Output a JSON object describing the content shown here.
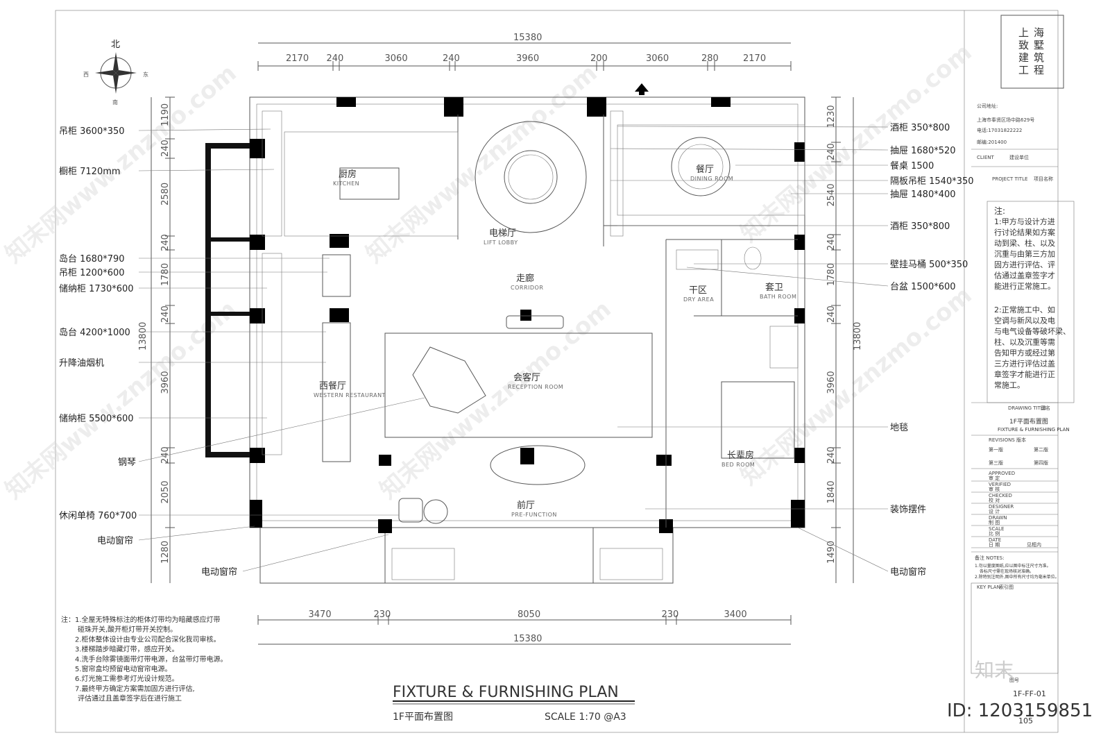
{
  "compass": {
    "north": "北",
    "south": "南",
    "west": "西",
    "east": "东"
  },
  "dims_top_total": "15380",
  "dims_top": [
    "2170",
    "240",
    "3060",
    "240",
    "3960",
    "200",
    "3060",
    "280",
    "2170"
  ],
  "dims_bottom": [
    "3470",
    "230",
    "8050",
    "230",
    "3400"
  ],
  "dims_bottom_total": "15380",
  "dims_left": [
    "1190",
    "240",
    "2580",
    "240",
    "1780",
    "240",
    "3960",
    "240",
    "2050",
    "1280"
  ],
  "dims_left_total": "13800",
  "dims_right": [
    "1230",
    "240",
    "2540",
    "240",
    "1780",
    "240",
    "3960",
    "240",
    "1840",
    "1490"
  ],
  "dims_right_total": "13800",
  "labels_left": [
    "吊柜 3600*350",
    "橱柜 7120mm",
    "岛台 1680*790",
    "吊柜 1200*600",
    "储纳柜 1730*600",
    "岛台 4200*1000",
    "升降油烟机",
    "储纳柜 5500*600",
    "钢琴",
    "休闲单椅 760*700",
    "电动窗帘",
    "电动窗帘"
  ],
  "labels_right": [
    "酒柜 350*800",
    "抽屉 1680*520",
    "餐桌 1500",
    "隔板吊柜 1540*350",
    "抽屉 1480*400",
    "酒柜 350*800",
    "壁挂马桶 500*350",
    "台盆 1500*600",
    "地毯",
    "装饰摆件",
    "电动窗帘"
  ],
  "rooms": [
    {
      "cn": "厨房",
      "en": "KITCHEN"
    },
    {
      "cn": "电梯厅",
      "en": "LIFT LOBBY"
    },
    {
      "cn": "餐厅",
      "en": "DINING ROOM"
    },
    {
      "cn": "走廊",
      "en": "CORRIDOR"
    },
    {
      "cn": "干区",
      "en": "DRY AREA"
    },
    {
      "cn": "套卫",
      "en": "BATH ROOM"
    },
    {
      "cn": "会客厅",
      "en": "RECEPTION ROOM"
    },
    {
      "cn": "西餐厅",
      "en": "WESTERN RESTAURANT"
    },
    {
      "cn": "长辈房",
      "en": "BED ROOM"
    },
    {
      "cn": "前厅",
      "en": "PRE-FUNCTION"
    }
  ],
  "notes": [
    "注：1.全屋无特殊标注的柜体灯带均为暗藏感应灯带",
    "碰珠开关,酸开柜灯带开关控制。",
    "2.柜体整体设计由专业公司配合深化我司审核。",
    "3.楼梯踏步暗藏灯带，感应开关。",
    "4.洗手台除雾镜面带灯带电源，台盆带灯带电源。",
    "5.窗帘盒均预留电动窗帘电源。",
    "6.灯光施工需参考灯光设计规范。",
    "7.最终甲方确定方案需加固方进行评估,",
    "评估通过且盖章签字后在进行施工"
  ],
  "title": {
    "en": "FIXTURE & FURNISHING PLAN",
    "cn": "1F平面布置图",
    "scale": "SCALE  1:70 @A3"
  },
  "titleblock": {
    "company_chars": [
      "上",
      "海",
      "致",
      "墅",
      "建",
      "筑",
      "工",
      "程"
    ],
    "address_label": "公司地址:",
    "address": "上海市奉贤区场中路629号",
    "tel": "电话:17031822222",
    "zip": "邮编:201400",
    "client": "CLIENT",
    "client_cn": "建设单位",
    "project_title": "PROJECT TITLE",
    "project_cn": "项目名称",
    "notes_title": "注:",
    "note1": [
      "1:甲方与设计方进",
      "行讨论结果如方案",
      "动到梁、柱、以及",
      "沉重与由第三方加",
      "固方进行评估、评",
      "估通过盖章签字才",
      "能进行正常施工。"
    ],
    "note2": [
      "2:正常施工中、如",
      "空调与新风以及电",
      "与电气设备等破坏梁、",
      "柱、以及沉重等需",
      "告知甲方或经过第",
      "三方进行评估过盖",
      "章签字才能进行正",
      "常施工。"
    ],
    "drawing_title": "DRAWING TITLE",
    "drawing_title_cn": "图名",
    "drawing_name": "1F平面布置图",
    "drawing_name_en": "FIXTURE & FURNISHING PLAN",
    "revisions": "REVISIONS",
    "revisions_cn": "版本",
    "rev1": "第一版",
    "rev2": "第二版",
    "rev3": "第三版",
    "rev4": "第四版",
    "approved": "APPROVED",
    "approved_cn": "审 定",
    "verified": "VERIFIED",
    "verified_cn": "审 核",
    "checked": "CHECKED",
    "checked_cn": "校 对",
    "designer": "DESIGNER",
    "designer_cn": "设 计",
    "drawn": "DRAWN",
    "drawn_cn": "制 图",
    "scale": "SCALE",
    "scale_cn": "比 例",
    "scale_val": "见框内",
    "date": "DATE",
    "date_cn": "日 期",
    "remarks": "备注 NOTES:",
    "remark1": "1.勿以量度图纸,应以图中标注尺寸为准。",
    "remark1b": "各标尺寸需在现场核对准确。",
    "remark2": "2.除特别注明外,图中所有尺寸均为毫米单位。",
    "keyplan": "KEY PLAN",
    "keyplan_cn": "索引图",
    "drawing_no_cn": "图号",
    "drawing_no": "1F-FF-01",
    "page_no": "105"
  },
  "brand_mark": "知末",
  "id_text": "ID: 1203159851",
  "watermark": "知末网www.znzmo.com"
}
